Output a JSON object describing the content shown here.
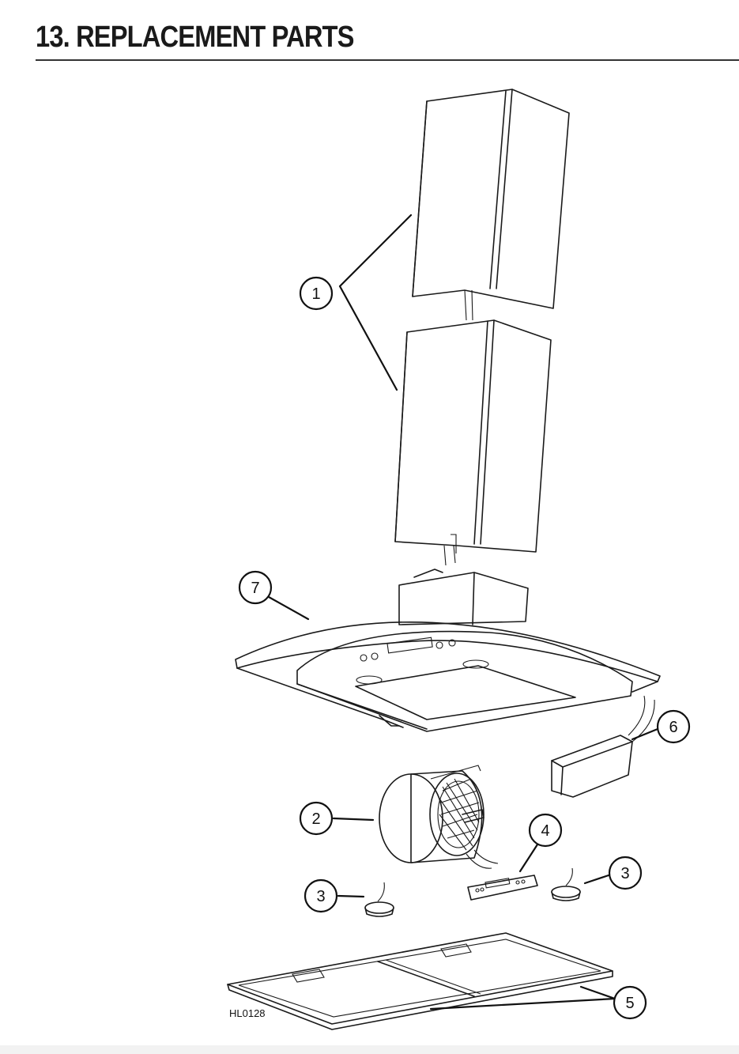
{
  "section": {
    "title": "13. REPLACEMENT PARTS"
  },
  "figure": {
    "code": "HL0128",
    "callouts": [
      {
        "label": "1"
      },
      {
        "label": "7"
      },
      {
        "label": "6"
      },
      {
        "label": "2"
      },
      {
        "label": "4"
      },
      {
        "label": "3"
      },
      {
        "label": "3"
      },
      {
        "label": "5"
      }
    ]
  }
}
